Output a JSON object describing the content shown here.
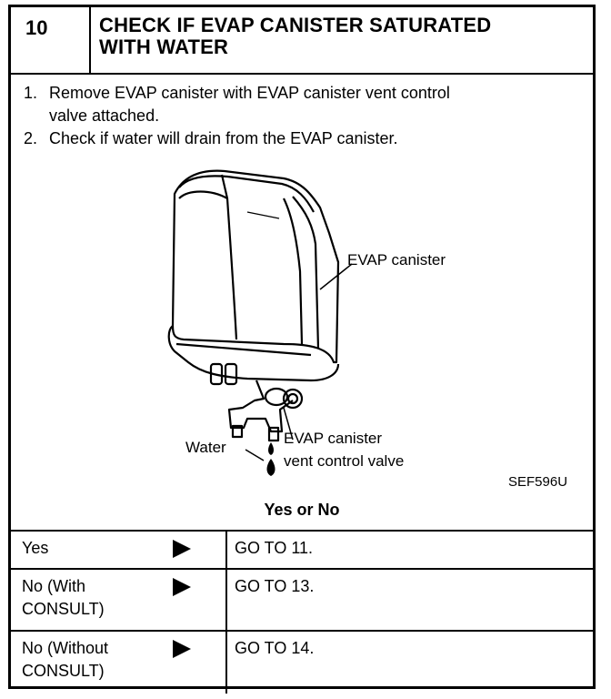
{
  "header": {
    "step_number": "10",
    "title_line1": "CHECK IF EVAP CANISTER SATURATED",
    "title_line2": "WITH WATER"
  },
  "instructions": [
    {
      "num": "1.",
      "line1": "Remove EVAP canister with EVAP canister vent control",
      "line2": "valve attached."
    },
    {
      "num": "2.",
      "line1": "Check if water will drain from the EVAP canister."
    }
  ],
  "figure": {
    "label_canister": "EVAP canister",
    "label_water": "Water",
    "label_valve_line1": "EVAP canister",
    "label_valve_line2": "vent control valve",
    "figure_code": "SEF596U"
  },
  "question": "Yes or No",
  "answers": [
    {
      "line1": "Yes",
      "line2": "",
      "action": "GO TO 11."
    },
    {
      "line1": "No (With",
      "line2": "CONSULT)",
      "action": "GO TO 13."
    },
    {
      "line1": "No (Without",
      "line2": "CONSULT)",
      "action": "GO TO 14."
    }
  ]
}
